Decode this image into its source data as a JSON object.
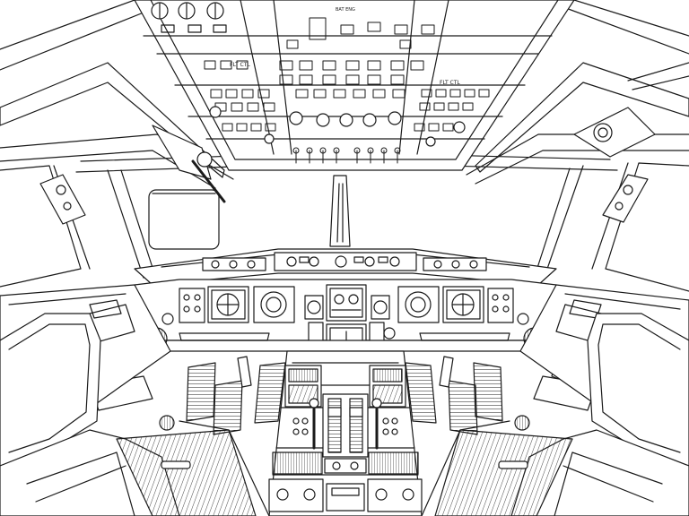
{
  "labels": {
    "overhead_left": "FLT CTL",
    "overhead_right": "FLT CTL",
    "overhead_top": "BAT ENG"
  },
  "colors": {
    "line": "#1a1a1a",
    "background": "#ffffff",
    "light_fill": "#f2f2f2",
    "mid_fill": "#d9d9d9",
    "dark_fill": "#4a4a4a"
  }
}
